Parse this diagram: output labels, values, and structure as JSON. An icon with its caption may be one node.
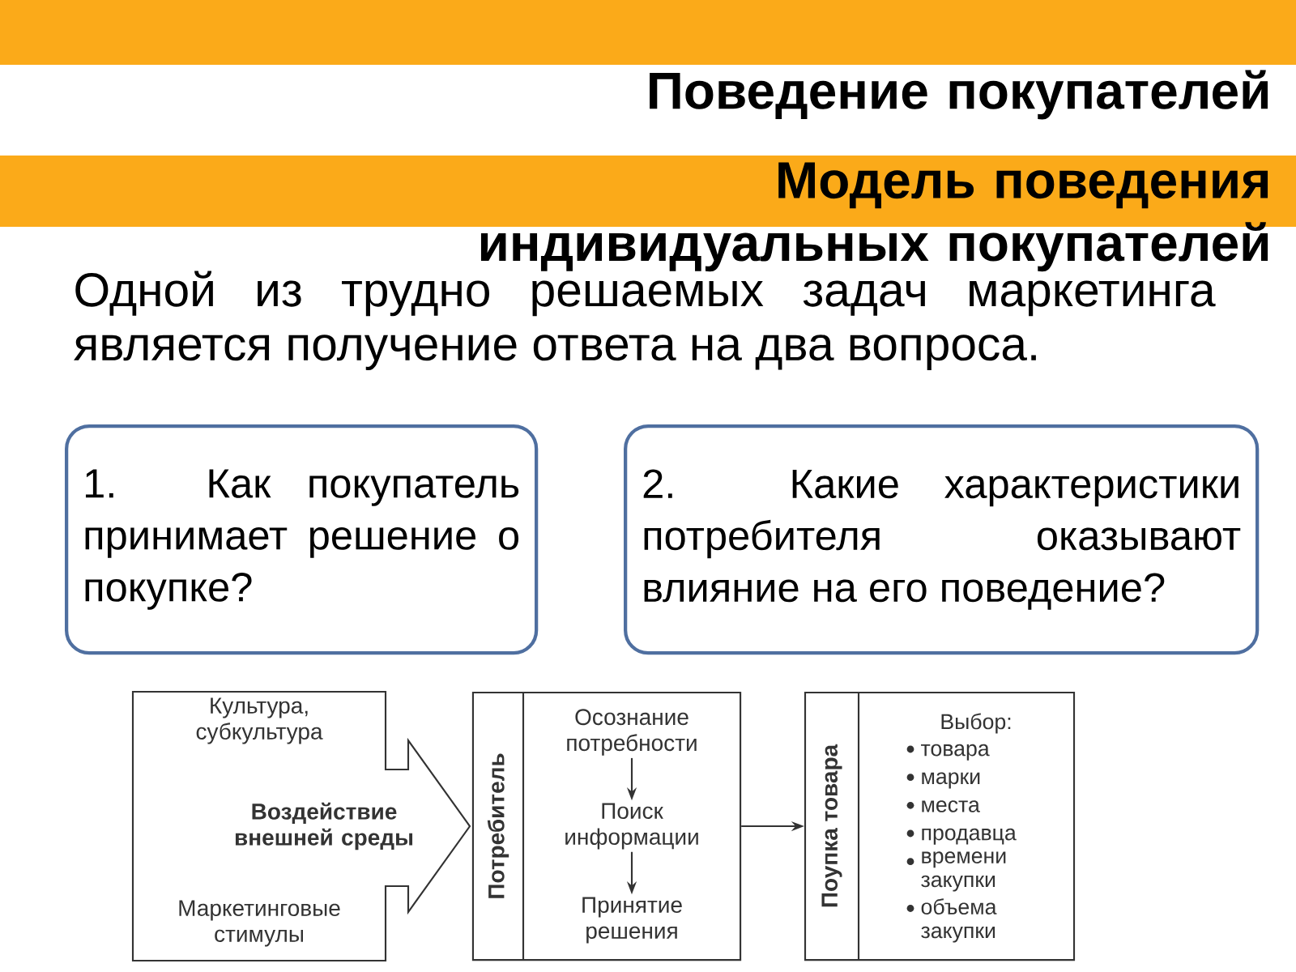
{
  "diagram": {
    "title": "Поведение покупателей",
    "nodes": [
      {
        "text": [
          "Культура, субкультура",
          "Воздействие внешней среды",
          "Маркетинговые стимулы"
        ]
      },
      {
        "text": [
          "Потребитель"
        ]
      },
      {
        "text": [
          "Осознание потребности"
        ],
        "in": 1
      },
      {
        "text": [
          "Поиск информации"
        ],
        "in": 1
      },
      {
        "text": [
          "Принятие решения"
        ],
        "in": 1
      },
      {
        "text": [
          "Поупка товара",
          "Выбор:",
          "товара",
          "марки",
          "места",
          "продавца",
          "времени закупки",
          "объема закупки"
        ]
      },
      {
        "text": [
          "1. Как покупатель принимает решение о покупке?"
        ]
      },
      {
        "text": [
          "2. Какие характеристики потребителя оказывают влияние на его поведение?"
        ]
      }
    ],
    "edges": [
      {
        "from": 2,
        "to": 3,
        "arrow": "to"
      },
      {
        "from": 3,
        "to": 4,
        "arrow": "to"
      },
      {
        "from": 1,
        "to": 5,
        "arrow": "to"
      }
    ],
    "labels": [
      "Модель поведения индивидуальных покупателей",
      "Одной из трудно решаемых задач маркетинга является получение ответа на два вопроса."
    ]
  }
}
